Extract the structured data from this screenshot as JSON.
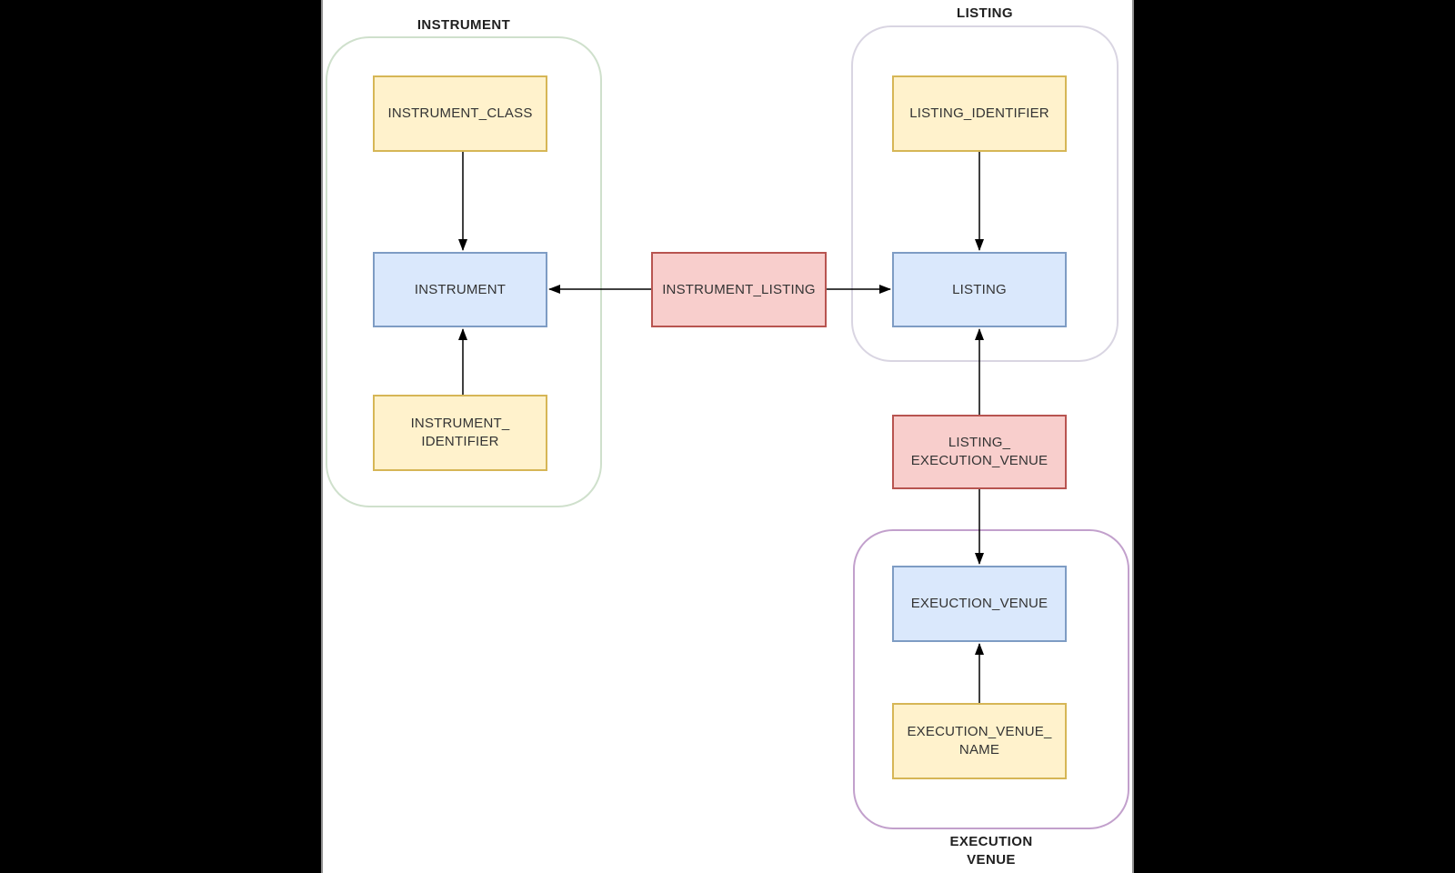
{
  "canvas": {
    "background": "#000000",
    "content_background": "#ffffff",
    "content_border": "#8f8f8f"
  },
  "colors": {
    "attribute_fill": "#fff2cc",
    "attribute_border": "#d6b656",
    "entity_fill": "#dae8fc",
    "entity_border": "#7e9cc4",
    "relationship_fill": "#f8cecc",
    "relationship_border": "#b85450",
    "instrument_group_border": "#cfe0cc",
    "listing_group_border": "#d9d5e2",
    "execution_venue_group_border": "#c2a0cc",
    "arrow": "#000000",
    "text": "#333333"
  },
  "groups": {
    "instrument": {
      "label": "INSTRUMENT"
    },
    "listing": {
      "label": "LISTING"
    },
    "execution_venue": {
      "label_line1": "EXECUTION",
      "label_line2": "VENUE"
    }
  },
  "nodes": {
    "instrument_class": {
      "label": "INSTRUMENT_CLASS",
      "kind": "attribute"
    },
    "instrument": {
      "label": "INSTRUMENT",
      "kind": "entity"
    },
    "instrument_identifier": {
      "line1": "INSTRUMENT_",
      "line2": "IDENTIFIER",
      "kind": "attribute"
    },
    "instrument_listing": {
      "label": "INSTRUMENT_LISTING",
      "kind": "relationship"
    },
    "listing_identifier": {
      "label": "LISTING_IDENTIFIER",
      "kind": "attribute"
    },
    "listing": {
      "label": "LISTING",
      "kind": "entity"
    },
    "listing_execution_venue": {
      "line1": "LISTING_",
      "line2": "EXECUTION_VENUE",
      "kind": "relationship"
    },
    "exeuction_venue": {
      "label": "EXEUCTION_VENUE",
      "kind": "entity"
    },
    "execution_venue_name": {
      "line1": "EXECUTION_VENUE_",
      "line2": "NAME",
      "kind": "attribute"
    }
  },
  "edges": [
    {
      "from": "INSTRUMENT_CLASS",
      "to": "INSTRUMENT",
      "arrow_points": "down"
    },
    {
      "from": "INSTRUMENT_IDENTIFIER",
      "to": "INSTRUMENT",
      "arrow_points": "up"
    },
    {
      "from": "INSTRUMENT_LISTING",
      "to": "INSTRUMENT",
      "arrow_points": "left"
    },
    {
      "from": "INSTRUMENT_LISTING",
      "to": "LISTING",
      "arrow_points": "right"
    },
    {
      "from": "LISTING_IDENTIFIER",
      "to": "LISTING",
      "arrow_points": "down"
    },
    {
      "from": "LISTING_EXECUTION_VENUE",
      "to": "LISTING",
      "arrow_points": "up"
    },
    {
      "from": "LISTING_EXECUTION_VENUE",
      "to": "EXEUCTION_VENUE",
      "arrow_points": "down"
    },
    {
      "from": "EXECUTION_VENUE_NAME",
      "to": "EXEUCTION_VENUE",
      "arrow_points": "up"
    }
  ]
}
